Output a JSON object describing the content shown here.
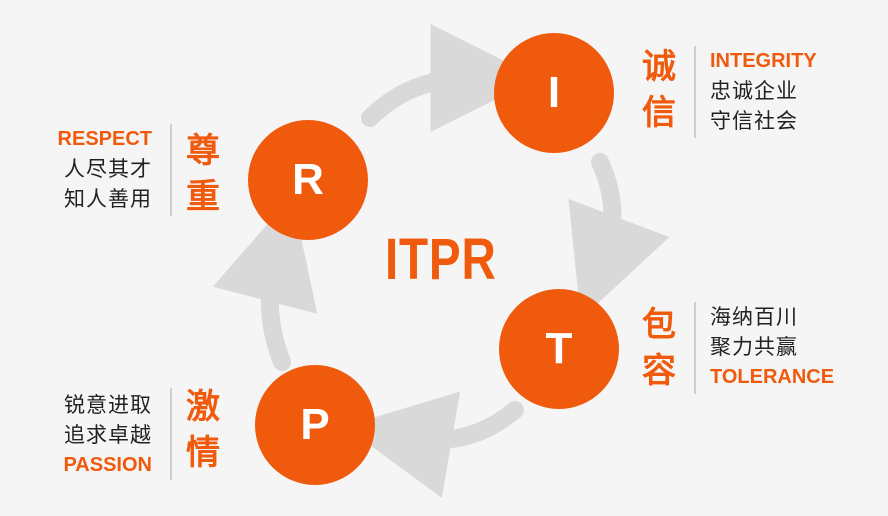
{
  "center_title": "ITPR",
  "nodes": {
    "i": {
      "letter": "I",
      "cn_title": [
        "诚",
        "信"
      ],
      "en": "INTEGRITY",
      "lines": [
        "忠诚企业",
        "守信社会"
      ]
    },
    "t": {
      "letter": "T",
      "cn_title": [
        "包",
        "容"
      ],
      "en": "TOLERANCE",
      "lines": [
        "海纳百川",
        "聚力共赢"
      ]
    },
    "p": {
      "letter": "P",
      "cn_title": [
        "激",
        "情"
      ],
      "en": "PASSION",
      "lines": [
        "锐意进取",
        "追求卓越"
      ]
    },
    "r": {
      "letter": "R",
      "cn_title": [
        "尊",
        "重"
      ],
      "en": "RESPECT",
      "lines": [
        "人尽其才",
        "知人善用"
      ]
    }
  },
  "colors": {
    "accent": "#f05a0d",
    "arrow": "#d9d9d9",
    "divider": "#cfcfcf",
    "text": "#222222",
    "background": "#f5f5f5"
  }
}
